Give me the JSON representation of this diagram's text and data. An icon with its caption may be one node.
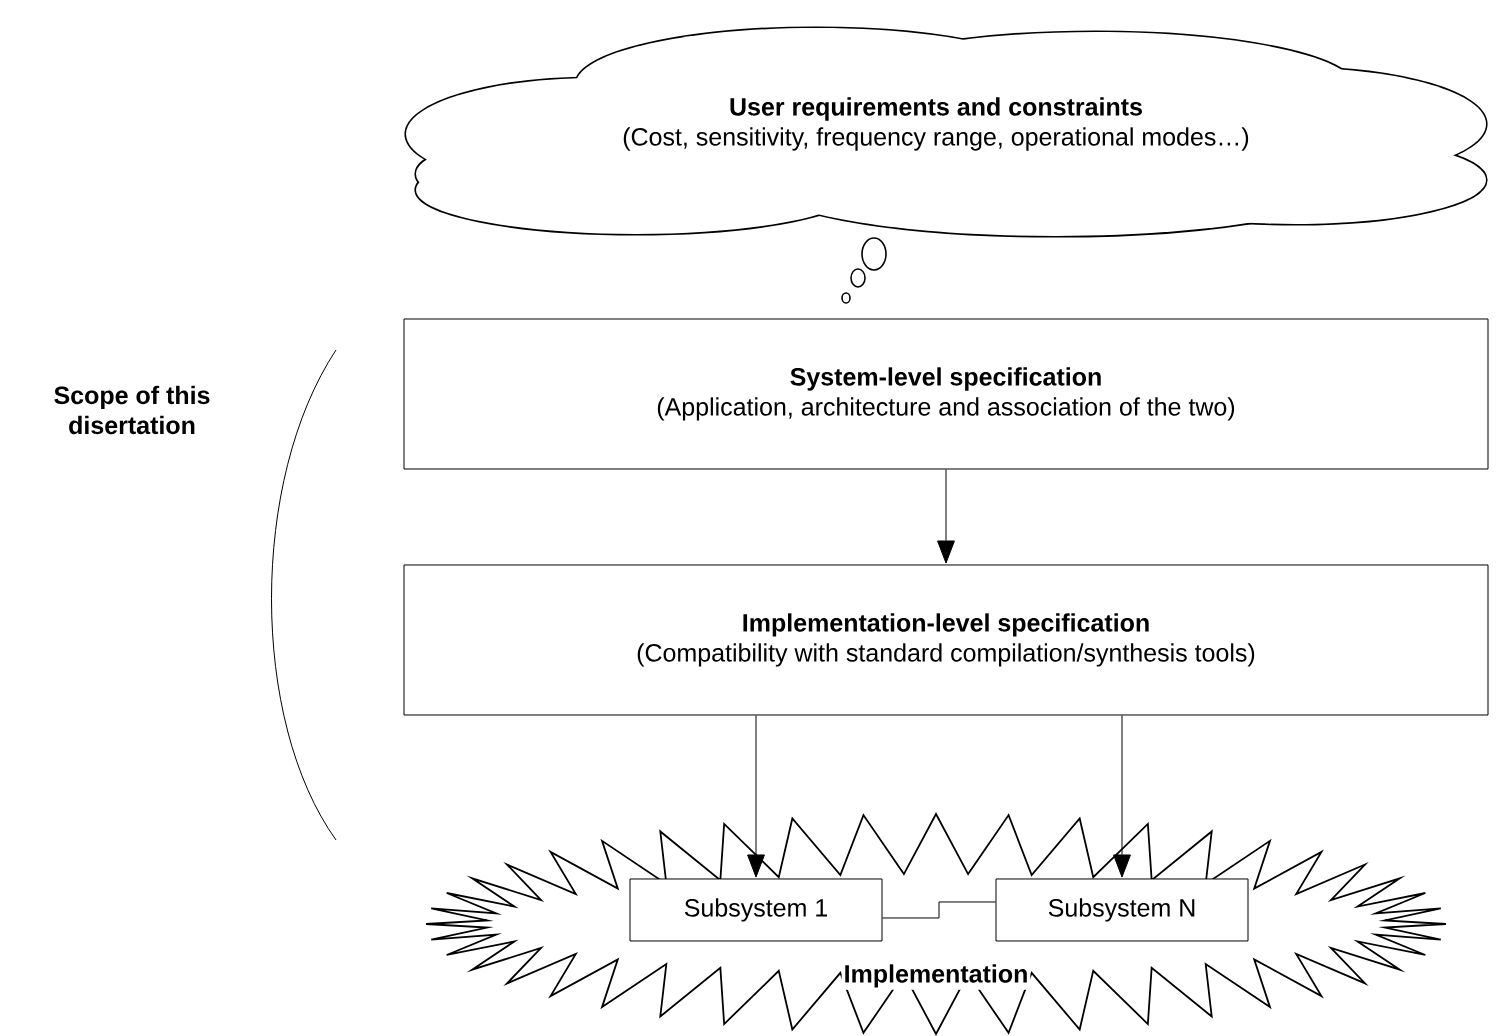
{
  "diagram": {
    "nodes": [
      {
        "text": [
          "User requirements and constraints",
          "(Cost, sensitivity, frequency range, operational modes…)"
        ]
      },
      {
        "text": [
          "System-level specification",
          "(Application, architecture and association of the two)"
        ]
      },
      {
        "text": [
          "Implementation-level specification",
          "(Compatibility with standard compilation/synthesis tools)"
        ]
      },
      {
        "text": [
          "Implementation"
        ]
      },
      {
        "text": [
          "Subsystem 1"
        ],
        "in": 3
      },
      {
        "text": [
          "Subsystem N"
        ],
        "in": 3
      }
    ],
    "edges": [
      {
        "from": 1,
        "to": 2,
        "arrow": "to"
      },
      {
        "from": 2,
        "to": 4,
        "arrow": "to"
      },
      {
        "from": 2,
        "to": 5,
        "arrow": "to"
      },
      {
        "from": 4,
        "to": 5,
        "arrow": "none"
      }
    ],
    "labels": [
      "Scope of this disertation"
    ]
  }
}
